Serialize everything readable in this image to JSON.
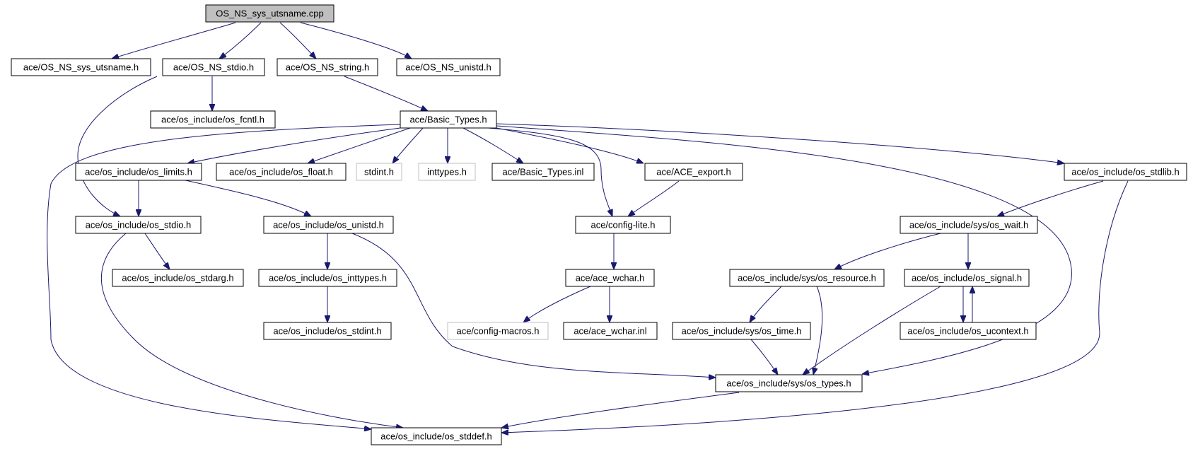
{
  "graph": {
    "nodes": [
      {
        "id": "root",
        "label": "OS_NS_sys_utsname.cpp",
        "kind": "root"
      },
      {
        "id": "n_sys_utsname",
        "label": "ace/OS_NS_sys_utsname.h",
        "kind": "file"
      },
      {
        "id": "n_ns_stdio",
        "label": "ace/OS_NS_stdio.h",
        "kind": "file"
      },
      {
        "id": "n_ns_string",
        "label": "ace/OS_NS_string.h",
        "kind": "file"
      },
      {
        "id": "n_ns_unistd",
        "label": "ace/OS_NS_unistd.h",
        "kind": "file"
      },
      {
        "id": "n_os_fcntl",
        "label": "ace/os_include/os_fcntl.h",
        "kind": "file"
      },
      {
        "id": "n_basic_types",
        "label": "ace/Basic_Types.h",
        "kind": "file"
      },
      {
        "id": "n_os_limits",
        "label": "ace/os_include/os_limits.h",
        "kind": "file"
      },
      {
        "id": "n_os_float",
        "label": "ace/os_include/os_float.h",
        "kind": "file"
      },
      {
        "id": "n_stdint",
        "label": "stdint.h",
        "kind": "missing"
      },
      {
        "id": "n_inttypes",
        "label": "inttypes.h",
        "kind": "missing"
      },
      {
        "id": "n_basic_types_inl",
        "label": "ace/Basic_Types.inl",
        "kind": "file"
      },
      {
        "id": "n_ace_export",
        "label": "ace/ACE_export.h",
        "kind": "file"
      },
      {
        "id": "n_os_stdlib",
        "label": "ace/os_include/os_stdlib.h",
        "kind": "file"
      },
      {
        "id": "n_os_stdio",
        "label": "ace/os_include/os_stdio.h",
        "kind": "file"
      },
      {
        "id": "n_os_unistd",
        "label": "ace/os_include/os_unistd.h",
        "kind": "file"
      },
      {
        "id": "n_config_lite",
        "label": "ace/config-lite.h",
        "kind": "file"
      },
      {
        "id": "n_sys_wait",
        "label": "ace/os_include/sys/os_wait.h",
        "kind": "file"
      },
      {
        "id": "n_os_stdarg",
        "label": "ace/os_include/os_stdarg.h",
        "kind": "file"
      },
      {
        "id": "n_os_inttypes",
        "label": "ace/os_include/os_inttypes.h",
        "kind": "file"
      },
      {
        "id": "n_ace_wchar",
        "label": "ace/ace_wchar.h",
        "kind": "file"
      },
      {
        "id": "n_sys_resource",
        "label": "ace/os_include/sys/os_resource.h",
        "kind": "file"
      },
      {
        "id": "n_os_signal",
        "label": "ace/os_include/os_signal.h",
        "kind": "file"
      },
      {
        "id": "n_os_stdint",
        "label": "ace/os_include/os_stdint.h",
        "kind": "file"
      },
      {
        "id": "n_config_macros",
        "label": "ace/config-macros.h",
        "kind": "missing"
      },
      {
        "id": "n_ace_wchar_inl",
        "label": "ace/ace_wchar.inl",
        "kind": "file"
      },
      {
        "id": "n_sys_time",
        "label": "ace/os_include/sys/os_time.h",
        "kind": "file"
      },
      {
        "id": "n_os_ucontext",
        "label": "ace/os_include/os_ucontext.h",
        "kind": "file"
      },
      {
        "id": "n_sys_types",
        "label": "ace/os_include/sys/os_types.h",
        "kind": "file"
      },
      {
        "id": "n_os_stddef",
        "label": "ace/os_include/os_stddef.h",
        "kind": "file"
      }
    ],
    "edges": [
      {
        "from": "root",
        "to": "n_sys_utsname"
      },
      {
        "from": "root",
        "to": "n_ns_stdio"
      },
      {
        "from": "root",
        "to": "n_ns_string"
      },
      {
        "from": "root",
        "to": "n_ns_unistd"
      },
      {
        "from": "n_ns_stdio",
        "to": "n_os_fcntl"
      },
      {
        "from": "n_ns_stdio",
        "to": "n_os_stdio"
      },
      {
        "from": "n_ns_string",
        "to": "n_basic_types"
      },
      {
        "from": "n_basic_types",
        "to": "n_os_limits"
      },
      {
        "from": "n_basic_types",
        "to": "n_os_float"
      },
      {
        "from": "n_basic_types",
        "to": "n_stdint"
      },
      {
        "from": "n_basic_types",
        "to": "n_inttypes"
      },
      {
        "from": "n_basic_types",
        "to": "n_basic_types_inl"
      },
      {
        "from": "n_basic_types",
        "to": "n_ace_export"
      },
      {
        "from": "n_basic_types",
        "to": "n_os_stdlib"
      },
      {
        "from": "n_basic_types",
        "to": "n_config_lite"
      },
      {
        "from": "n_basic_types",
        "to": "n_sys_types"
      },
      {
        "from": "n_basic_types",
        "to": "n_os_stddef"
      },
      {
        "from": "n_os_limits",
        "to": "n_os_stdio"
      },
      {
        "from": "n_os_limits",
        "to": "n_os_unistd"
      },
      {
        "from": "n_ace_export",
        "to": "n_config_lite"
      },
      {
        "from": "n_os_stdlib",
        "to": "n_sys_wait"
      },
      {
        "from": "n_os_stdlib",
        "to": "n_os_stddef"
      },
      {
        "from": "n_os_stdio",
        "to": "n_os_stdarg"
      },
      {
        "from": "n_os_stdio",
        "to": "n_os_stddef"
      },
      {
        "from": "n_os_unistd",
        "to": "n_os_inttypes"
      },
      {
        "from": "n_os_unistd",
        "to": "n_sys_types"
      },
      {
        "from": "n_config_lite",
        "to": "n_ace_wchar"
      },
      {
        "from": "n_sys_wait",
        "to": "n_sys_resource"
      },
      {
        "from": "n_sys_wait",
        "to": "n_os_signal"
      },
      {
        "from": "n_os_inttypes",
        "to": "n_os_stdint"
      },
      {
        "from": "n_ace_wchar",
        "to": "n_config_macros"
      },
      {
        "from": "n_ace_wchar",
        "to": "n_ace_wchar_inl"
      },
      {
        "from": "n_sys_resource",
        "to": "n_sys_time"
      },
      {
        "from": "n_sys_resource",
        "to": "n_sys_types"
      },
      {
        "from": "n_os_signal",
        "to": "n_os_ucontext"
      },
      {
        "from": "n_os_signal",
        "to": "n_sys_types"
      },
      {
        "from": "n_os_ucontext",
        "to": "n_os_signal"
      },
      {
        "from": "n_sys_time",
        "to": "n_sys_types"
      },
      {
        "from": "n_sys_types",
        "to": "n_os_stddef"
      }
    ]
  },
  "colors": {
    "edge": "#191970",
    "node_border": "#000000",
    "missing_border": "#bfbfbf",
    "root_fill": "#bfbfbf",
    "background": "#ffffff"
  }
}
